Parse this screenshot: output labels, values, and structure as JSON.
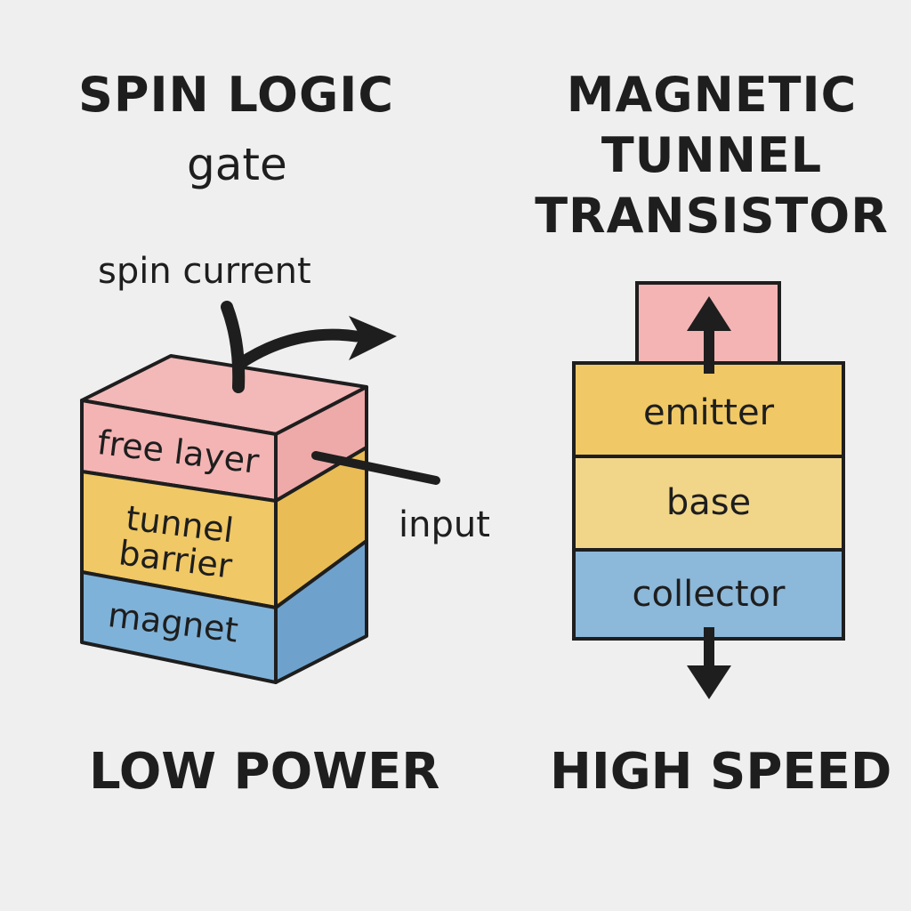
{
  "left": {
    "title": "SPIN LOGIC",
    "subtitle": "gate",
    "spin_current_label": "spin current",
    "input_label": "input",
    "layers": {
      "free": "free layer",
      "tunnel_line1": "tunnel",
      "tunnel_line2": "barrier",
      "magnet": "magnet"
    },
    "footer": "LOW POWER"
  },
  "right": {
    "title_line1": "MAGNETIC",
    "title_line2": "TUNNEL",
    "title_line3": "TRANSISTOR",
    "layers": {
      "emitter": "emitter",
      "base": "base",
      "collector": "collector"
    },
    "footer": "HIGH SPEED"
  },
  "colors": {
    "background": "#efefef",
    "pink": "#f4b4b4",
    "yellow": "#f0c865",
    "yellow_light": "#f1d68a",
    "blue": "#7fb2d8",
    "blue_right": "#8cb8d9",
    "outline": "#1e1e1e"
  }
}
